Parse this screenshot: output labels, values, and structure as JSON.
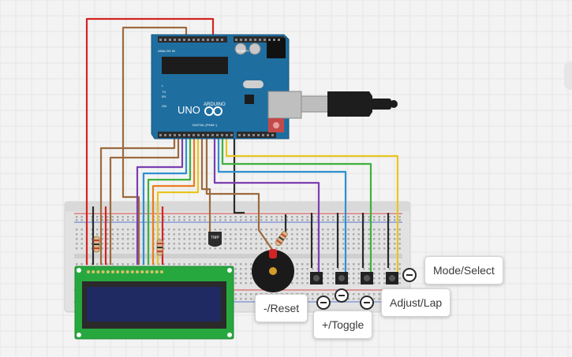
{
  "board": {
    "brand": "ARDUINO",
    "model": "UNO",
    "analog_label": "ANALOG IN",
    "power_label": "POWER",
    "digital_label": "DIGITAL (PWM~)",
    "tx_label": "TX",
    "rx_label": "RX",
    "l_label": "L",
    "on_label": "ON"
  },
  "components": {
    "sensor_label": "TMP"
  },
  "annotations": {
    "mode_select": "Mode/Select",
    "reset": "-/Reset",
    "toggle": "+/Toggle",
    "adjust_lap": "Adjust/Lap"
  },
  "colors": {
    "board": "#1f6ea0",
    "breadboard": "#e2e2e2",
    "lcd_pcb": "#27a83f",
    "lcd_screen": "#1f2a62",
    "wire_red": "#d32424",
    "wire_brown": "#9c6a3f",
    "wire_black": "#2a2a2a",
    "wire_purple": "#7b3fb0",
    "wire_blue": "#2f8fd0",
    "wire_green": "#3fb03f",
    "wire_yellow": "#e8c520",
    "wire_orange": "#e87d1e",
    "wire_gray": "#7a7a7a"
  }
}
